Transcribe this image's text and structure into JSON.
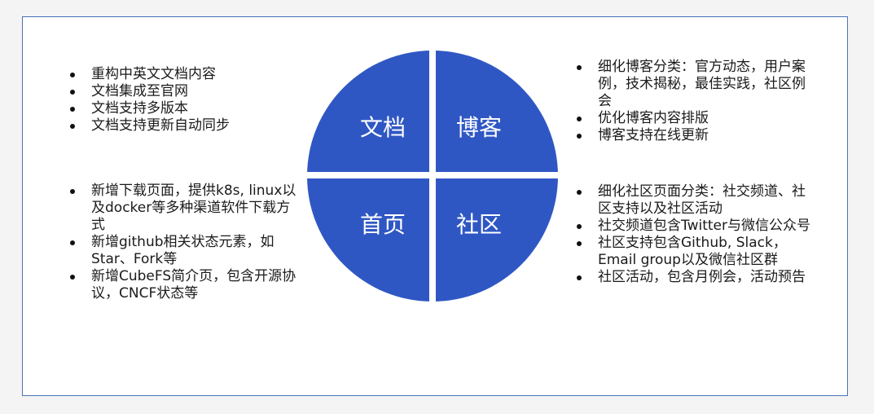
{
  "quadrants": {
    "top_left": "文档",
    "top_right": "博客",
    "bottom_left": "首页",
    "bottom_right": "社区"
  },
  "lists": {
    "docs": [
      "重构中英文文档内容",
      "文档集成至官网",
      "文档支持多版本",
      "文档支持更新自动同步"
    ],
    "home": [
      "新增下载页面，提供k8s, linux以及docker等多种渠道软件下载方式",
      "新增github相关状态元素，如Star、Fork等",
      "新增CubeFS简介页，包含开源协议，CNCF状态等"
    ],
    "blog": [
      "细化博客分类：官方动态，用户案例，技术揭秘，最佳实践，社区例会",
      "优化博客内容排版",
      "博客支持在线更新"
    ],
    "community": [
      "细化社区页面分类：社交频道、社区支持以及社区活动",
      "社交频道包含Twitter与微信公众号",
      "社区支持包含Github, Slack，Email group以及微信社区群",
      "社区活动，包含月例会，活动预告"
    ]
  },
  "colors": {
    "pie_fill": "#2f57c4",
    "divider": "#ffffff",
    "frame_border": "#4a73b8"
  }
}
